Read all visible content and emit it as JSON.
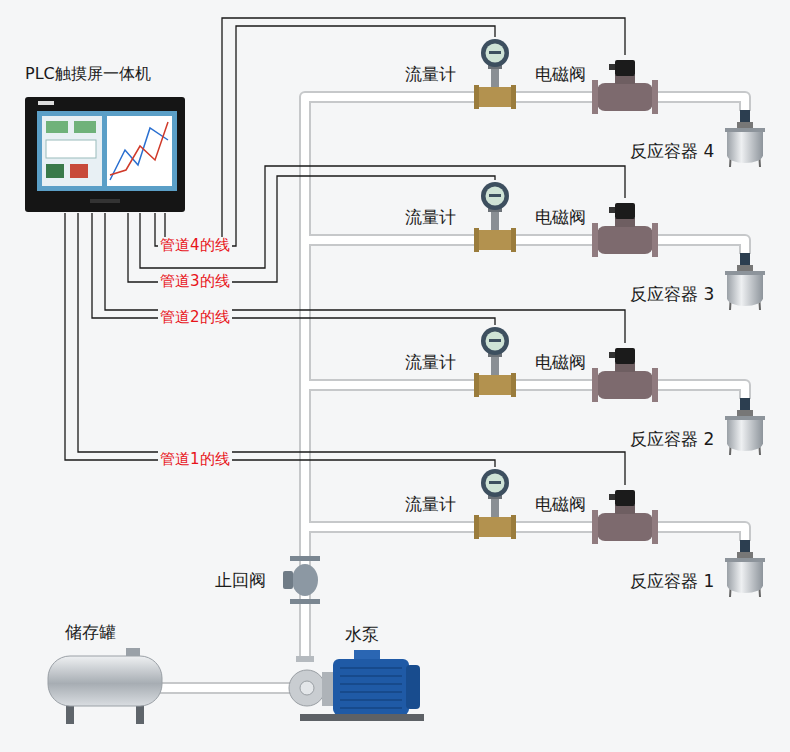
{
  "diagram": {
    "nodes": [
      {
        "text": [
          "PLC触摸屏一体机"
        ]
      },
      {
        "text": [
          "流量计"
        ]
      },
      {
        "text": [
          "电磁阀"
        ]
      },
      {
        "text": [
          "反应容器 4"
        ]
      },
      {
        "text": [
          "流量计"
        ]
      },
      {
        "text": [
          "电磁阀"
        ]
      },
      {
        "text": [
          "反应容器 3"
        ]
      },
      {
        "text": [
          "流量计"
        ]
      },
      {
        "text": [
          "电磁阀"
        ]
      },
      {
        "text": [
          "反应容器 2"
        ]
      },
      {
        "text": [
          "流量计"
        ]
      },
      {
        "text": [
          "电磁阀"
        ]
      },
      {
        "text": [
          "反应容器 1"
        ]
      },
      {
        "text": [
          "止回阀"
        ]
      },
      {
        "text": [
          "储存罐"
        ]
      },
      {
        "text": [
          "水泵"
        ]
      }
    ],
    "edges": [
      {
        "from": 0,
        "to": 1,
        "label": "管道4的线",
        "arrow": "none"
      },
      {
        "from": 0,
        "to": 2,
        "arrow": "none"
      },
      {
        "from": 0,
        "to": 4,
        "label": "管道3的线",
        "arrow": "none"
      },
      {
        "from": 0,
        "to": 5,
        "arrow": "none"
      },
      {
        "from": 0,
        "to": 7,
        "label": "管道2的线",
        "arrow": "none"
      },
      {
        "from": 0,
        "to": 8,
        "arrow": "none"
      },
      {
        "from": 0,
        "to": 10,
        "label": "管道1的线",
        "arrow": "none"
      },
      {
        "from": 0,
        "to": 11,
        "arrow": "none"
      },
      {
        "from": 14,
        "to": 15,
        "arrow": "none"
      },
      {
        "from": 15,
        "to": 13,
        "arrow": "none"
      },
      {
        "from": 13,
        "to": 10,
        "arrow": "none"
      },
      {
        "from": 13,
        "to": 7,
        "arrow": "none"
      },
      {
        "from": 13,
        "to": 4,
        "arrow": "none"
      },
      {
        "from": 13,
        "to": 1,
        "arrow": "none"
      },
      {
        "from": 10,
        "to": 11,
        "arrow": "none"
      },
      {
        "from": 11,
        "to": 12,
        "arrow": "none"
      },
      {
        "from": 7,
        "to": 8,
        "arrow": "none"
      },
      {
        "from": 8,
        "to": 9,
        "arrow": "none"
      },
      {
        "from": 4,
        "to": 5,
        "arrow": "none"
      },
      {
        "from": 5,
        "to": 6,
        "arrow": "none"
      },
      {
        "from": 1,
        "to": 2,
        "arrow": "none"
      },
      {
        "from": 2,
        "to": 3,
        "arrow": "none"
      }
    ]
  }
}
